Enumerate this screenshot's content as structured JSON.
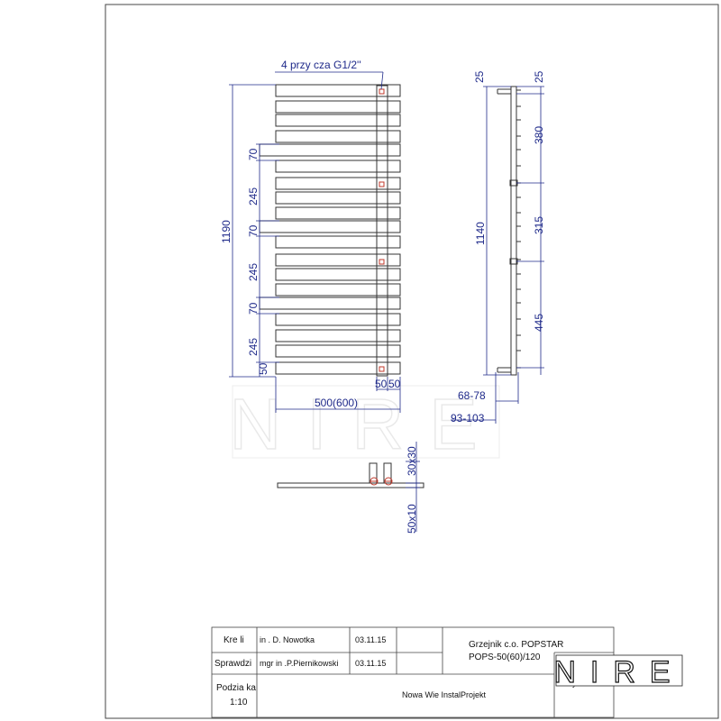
{
  "drawing": {
    "connection_label": "4 przy   cza G1/2''",
    "front_height": "1190",
    "front_width": "500(600)",
    "spacing_top": [
      "70",
      "245",
      "70",
      "245",
      "70",
      "245",
      "50"
    ],
    "pipe_offsets": [
      "50",
      "50"
    ],
    "side_total": "1140",
    "side_top_left": "25",
    "side_top_right": "25",
    "side_segments": [
      "380",
      "315",
      "445"
    ],
    "depth_1": "68-78",
    "depth_2": "93-103",
    "profile_1": "30x30",
    "profile_2": "50x10"
  },
  "watermark": {
    "text": "NIRE"
  },
  "title_block": {
    "drawn_label": "Kre li",
    "drawn_name": "in . D. Nowotka",
    "drawn_date": "03.11.15",
    "checked_label": "Sprawdzi",
    "checked_name": "mgr in .P.Piernikowski",
    "checked_date": "03.11.15",
    "scale_label": "Podzia ka",
    "scale_value": "1:10",
    "product_line1": "Grzejnik c.o. POPSTAR",
    "product_line2": "POPS-50(60)/120",
    "drawing_no_label": "Nr rys.",
    "company": "Nowa Wie   InstalProjekt",
    "logo": "NIRE"
  },
  "colors": {
    "dimension": "#1f2a8a",
    "line": "#333333",
    "accent": "#c0392b"
  }
}
